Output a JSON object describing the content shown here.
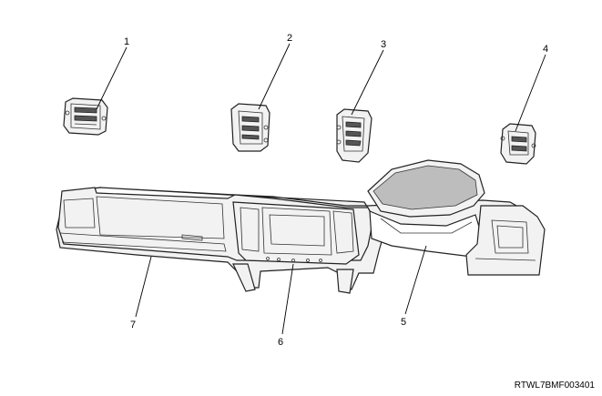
{
  "diagram": {
    "callouts": [
      {
        "id": "1",
        "label": "1"
      },
      {
        "id": "2",
        "label": "2"
      },
      {
        "id": "3",
        "label": "3"
      },
      {
        "id": "4",
        "label": "4"
      },
      {
        "id": "5",
        "label": "5"
      },
      {
        "id": "6",
        "label": "6"
      },
      {
        "id": "7",
        "label": "7"
      }
    ],
    "figure_code": "RTWL7BMF003401"
  }
}
